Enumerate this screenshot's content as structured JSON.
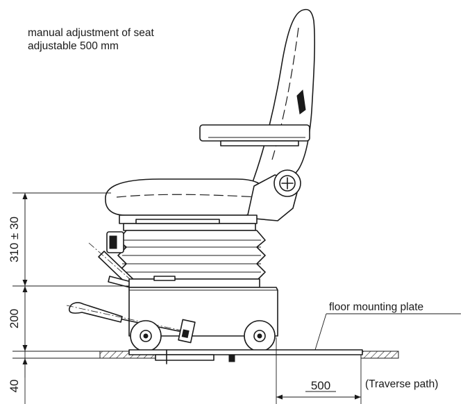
{
  "notes": {
    "line1": "manual adjustment of seat",
    "line2": "adjustable 500 mm"
  },
  "callouts": {
    "floor_plate": "floor mounting plate",
    "traverse": "(Traverse path)"
  },
  "dimensions": {
    "height_range": "310 ± 30",
    "base_height": "200",
    "plate_height": "40",
    "traverse_length": "500"
  }
}
